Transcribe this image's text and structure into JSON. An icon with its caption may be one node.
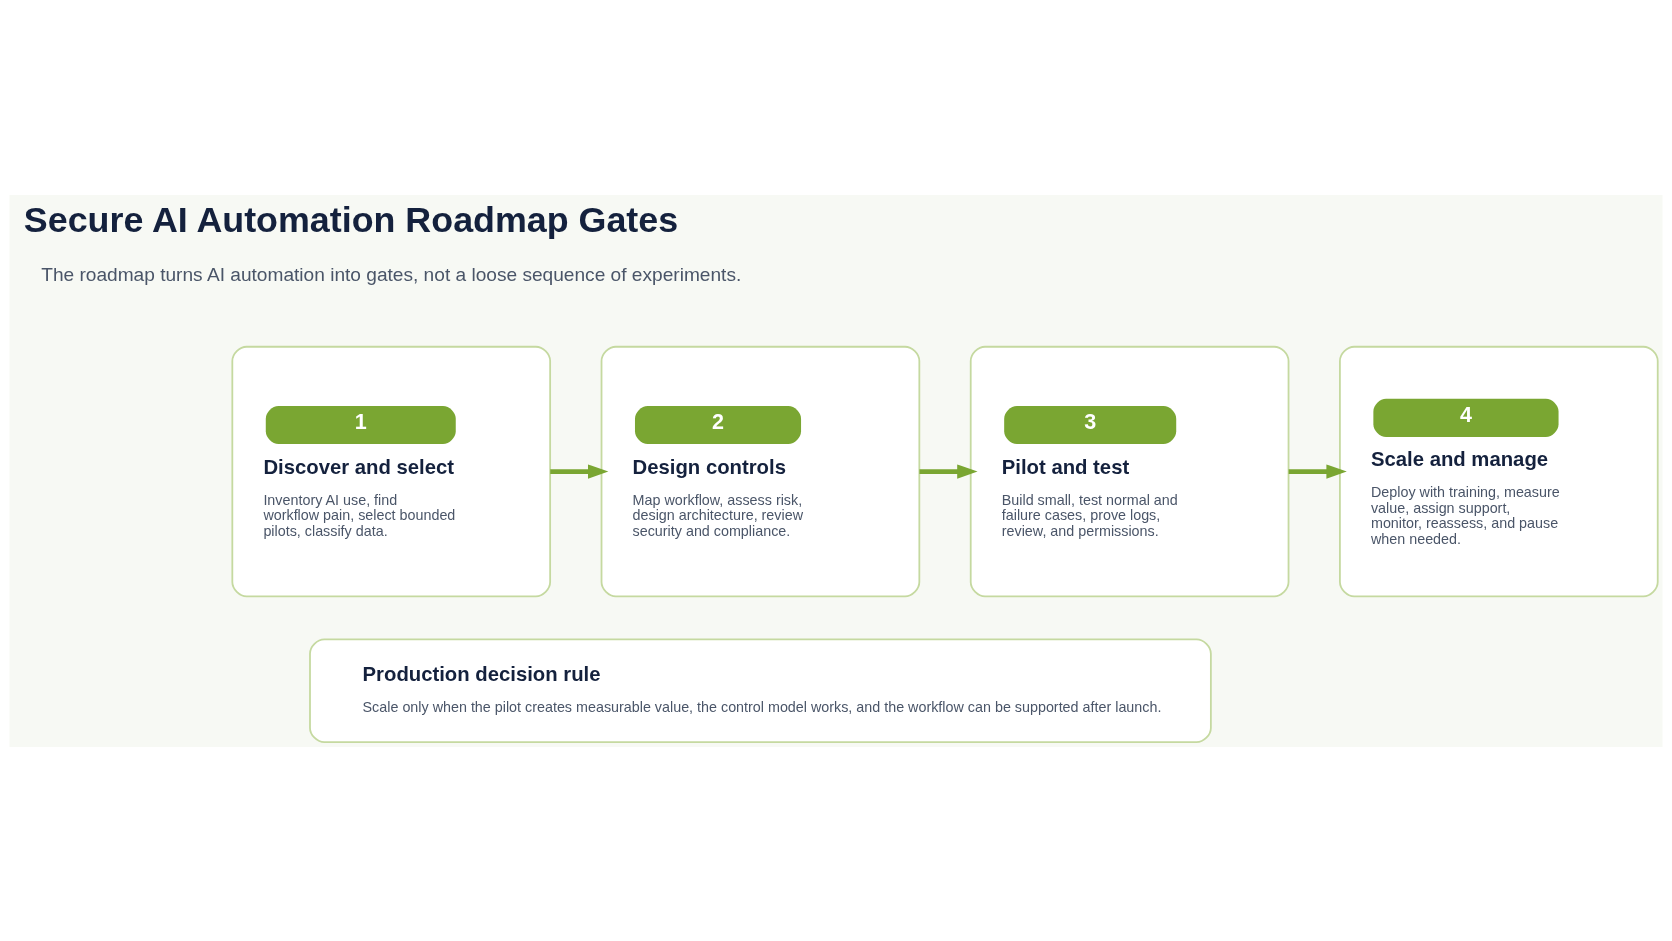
{
  "diagram": {
    "title": "Secure AI Automation Roadmap Gates",
    "nodes": [
      {
        "text": [
          "1",
          "Discover and select",
          "Inventory AI use, find workflow pain, select bounded pilots, classify data."
        ]
      },
      {
        "text": [
          "2",
          "Design controls",
          "Map workflow, assess risk, design architecture, review security and compliance."
        ]
      },
      {
        "text": [
          "3",
          "Pilot and test",
          "Build small, test normal and failure cases, prove logs, review, and permissions."
        ]
      },
      {
        "text": [
          "4",
          "Scale and manage",
          "Deploy with training, measure value, assign support, monitor, reassess, and pause when needed."
        ]
      },
      {
        "text": [
          "Production decision rule",
          "Scale only when the pilot creates measurable value, the control model works, and the workflow can be supported after launch."
        ]
      }
    ],
    "edges": [
      {
        "from": 0,
        "to": 1,
        "arrow": "to"
      },
      {
        "from": 1,
        "to": 2,
        "arrow": "to"
      },
      {
        "from": 2,
        "to": 3,
        "arrow": "to"
      }
    ],
    "labels": [
      "The roadmap turns AI automation into gates, not a loose sequence of experiments."
    ]
  }
}
